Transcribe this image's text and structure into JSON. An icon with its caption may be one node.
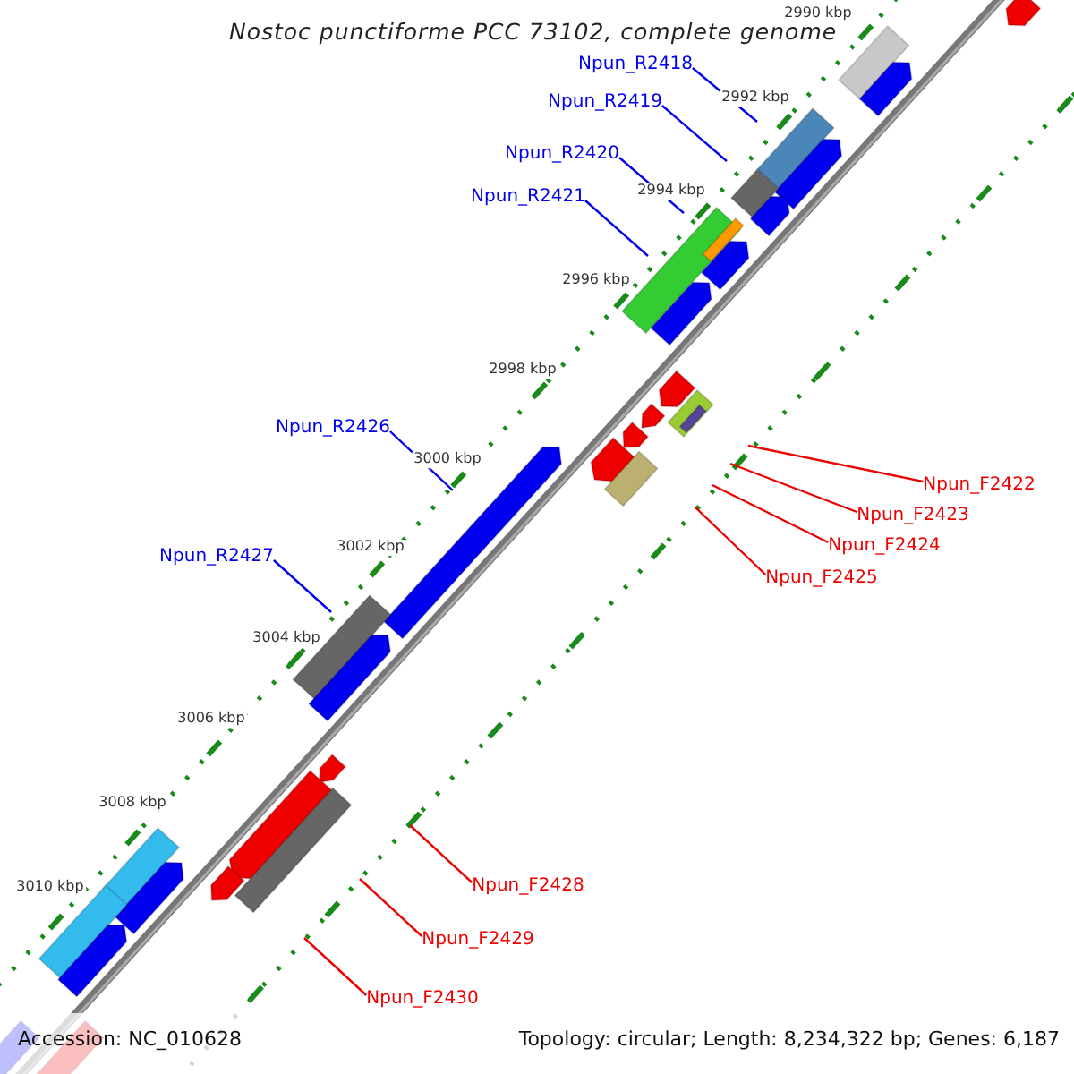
{
  "diagram": {
    "title": "Nostoc punctiforme PCC 73102, complete genome",
    "nodes": [
      {
        "text": [
          "Npun_R2418"
        ]
      },
      {
        "text": [
          "Npun_R2419"
        ]
      },
      {
        "text": [
          "Npun_R2420"
        ]
      },
      {
        "text": [
          "Npun_R2421"
        ]
      },
      {
        "text": [
          "Npun_R2426"
        ]
      },
      {
        "text": [
          "Npun_F2422"
        ]
      },
      {
        "text": [
          "Npun_F2423"
        ]
      },
      {
        "text": [
          "Npun_F2424"
        ]
      },
      {
        "text": [
          "Npun_R2427"
        ]
      },
      {
        "text": [
          "Npun_F2425"
        ]
      },
      {
        "text": [
          "Npun_F2428"
        ]
      },
      {
        "text": [
          "Npun_F2429"
        ]
      },
      {
        "text": [
          "Npun_F2430"
        ]
      }
    ],
    "edges": [
      {
        "from": 0,
        "to": null,
        "arrow": "none",
        "color": "#0000ee"
      },
      {
        "from": 1,
        "to": null,
        "arrow": "none",
        "color": "#0000ee"
      },
      {
        "from": 2,
        "to": null,
        "arrow": "none",
        "color": "#0000ee"
      },
      {
        "from": 3,
        "to": null,
        "arrow": "none",
        "color": "#0000ee"
      },
      {
        "from": 4,
        "to": null,
        "arrow": "none",
        "color": "#0000ee"
      },
      {
        "from": 5,
        "to": null,
        "arrow": "none"
      },
      {
        "from": 6,
        "to": null,
        "arrow": "none"
      },
      {
        "from": 7,
        "to": null,
        "arrow": "none"
      },
      {
        "from": 8,
        "to": null,
        "arrow": "none",
        "color": "#0000ee"
      },
      {
        "from": 9,
        "to": null,
        "arrow": "none"
      },
      {
        "from": 10,
        "to": null,
        "arrow": "none"
      },
      {
        "from": 11,
        "to": null,
        "arrow": "none"
      },
      {
        "from": 12,
        "to": null,
        "arrow": "none"
      }
    ],
    "labels": [
      "2990 kbp",
      "2992 kbp",
      "2994 kbp",
      "2996 kbp",
      "2998 kbp",
      "3000 kbp",
      "3002 kbp",
      "3004 kbp",
      "3006 kbp",
      "3008 kbp",
      "3010 kbp",
      "Accession: NC_010628",
      "Topology: circular; Length: 8,234,322 bp; Genes: 6,187"
    ]
  }
}
